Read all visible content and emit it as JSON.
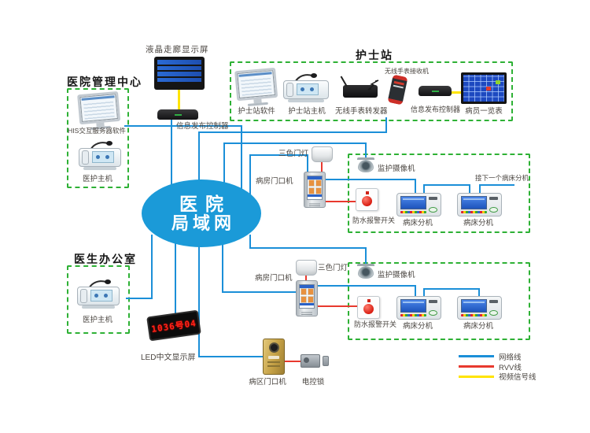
{
  "hub": {
    "line1": "医院",
    "line2": "局域网"
  },
  "corridor": {
    "display_label": "液晶走廊显示屏",
    "controller_label": "信息发布控制器"
  },
  "management_center": {
    "title": "医院管理中心",
    "his_label": "HIS交互服务器软件",
    "host_label": "医护主机"
  },
  "nurse_station": {
    "title": "护士站",
    "software_label": "护士站软件",
    "host_label": "护士站主机",
    "transponder_label": "无线手表转发器",
    "watch_label": "无线手表接收机",
    "controller_label": "信息发布控制器",
    "board_label": "病员一览表"
  },
  "doctor_office": {
    "title": "医生办公室",
    "host_label": "医护主机"
  },
  "room1": {
    "door_light_label": "三色门灯",
    "door_station_label": "病房门口机",
    "camera_label": "监护摄像机",
    "alarm_label": "防水报警开关",
    "bed1_label": "病床分机",
    "bed2_label": "病床分机",
    "next_label": "接下一个病床分机"
  },
  "room2": {
    "door_light_label": "三色门灯",
    "door_station_label": "病房门口机",
    "camera_label": "监护摄像机",
    "alarm_label": "防水报警开关",
    "bed1_label": "病床分机",
    "bed2_label": "病床分机"
  },
  "bottom": {
    "led_text": "1036号04",
    "led_label": "LED中文显示屏",
    "area_door_label": "病区门口机",
    "lock_label": "电控锁"
  },
  "legend": {
    "items": [
      {
        "label": "网络线",
        "color": "#1b8fd8"
      },
      {
        "label": "RVV线",
        "color": "#e8392e"
      },
      {
        "label": "视频信号线",
        "color": "#ffe400"
      }
    ]
  }
}
